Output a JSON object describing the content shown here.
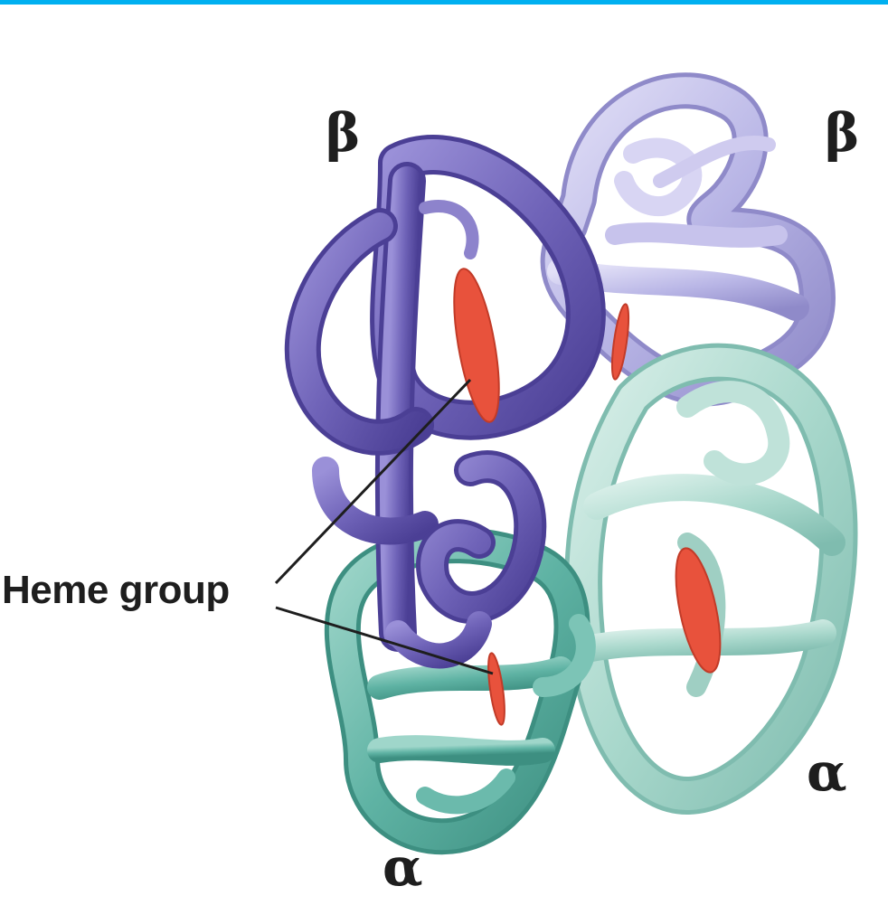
{
  "labels": {
    "beta_left": "β",
    "beta_right": "β",
    "alpha_right": "α",
    "alpha_bottom": "α",
    "heme_group": "Heme group"
  },
  "colors": {
    "top_rule": "#00b0f0",
    "beta_chain_dark": "#6f63b8",
    "beta_chain_light": "#b9b6e6",
    "alpha_chain_dark": "#5fb3a4",
    "alpha_chain_light": "#a9d8cc",
    "heme": "#e8523c",
    "leader_line": "#1e1e1e"
  }
}
